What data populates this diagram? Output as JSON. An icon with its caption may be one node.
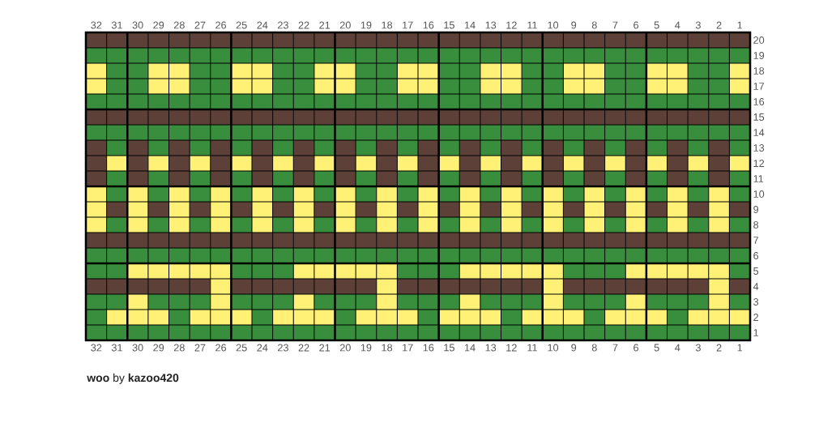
{
  "diagram": {
    "title": "**woo** by **kazoo420**",
    "labels": [
      "32",
      "31",
      "30",
      "29",
      "28",
      "27",
      "26",
      "25",
      "24",
      "23",
      "22",
      "21",
      "20",
      "19",
      "18",
      "17",
      "16",
      "15",
      "14",
      "13",
      "12",
      "11",
      "10",
      "9",
      "8",
      "7",
      "6",
      "5",
      "4",
      "3",
      "2",
      "1",
      "20",
      "19",
      "18",
      "17",
      "16",
      "15",
      "14",
      "13",
      "12",
      "11",
      "10",
      "9",
      "8",
      "7",
      "6",
      "5",
      "4",
      "3",
      "2",
      "1",
      "32",
      "31",
      "30",
      "29",
      "28",
      "27",
      "26",
      "25",
      "24",
      "23",
      "22",
      "21",
      "20",
      "19",
      "18",
      "17",
      "16",
      "15",
      "14",
      "13",
      "12",
      "11",
      "10",
      "9",
      "8",
      "7",
      "6",
      "5",
      "4",
      "3",
      "2",
      "1"
    ]
  }
}
